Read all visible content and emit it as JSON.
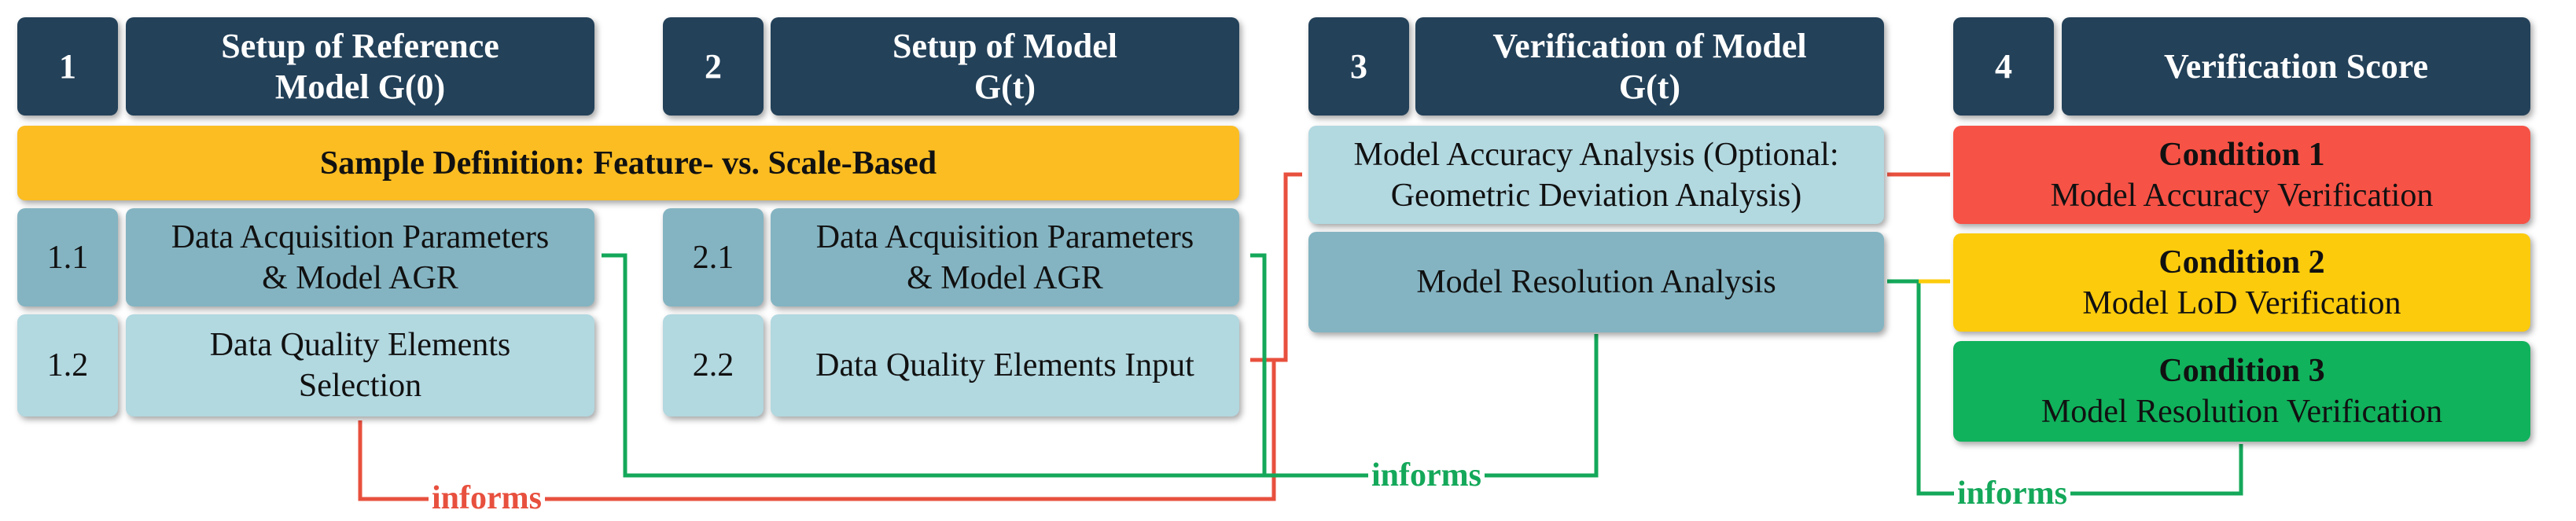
{
  "columns": [
    {
      "num": "1",
      "title": "Setup of Reference\nModel G(0)"
    },
    {
      "num": "2",
      "title": "Setup of Model\nG(t)"
    },
    {
      "num": "3",
      "title": "Verification of Model\nG(t)"
    },
    {
      "num": "4",
      "title": "Verification Score"
    }
  ],
  "sample_definition": "Sample Definition: Feature- vs. Scale-Based",
  "col1": {
    "r1_num": "1.1",
    "r1_text": "Data Acquisition Parameters\n& Model AGR",
    "r2_num": "1.2",
    "r2_text": "Data Quality Elements\nSelection"
  },
  "col2": {
    "r1_num": "2.1",
    "r1_text": "Data Acquisition Parameters\n& Model AGR",
    "r2_num": "2.2",
    "r2_text": "Data Quality Elements Input"
  },
  "col3": {
    "accuracy": "Model Accuracy Analysis (Optional:\nGeometric Deviation Analysis)",
    "resolution": "Model Resolution Analysis"
  },
  "conditions": [
    {
      "title": "Condition 1",
      "text": "Model Accuracy Verification",
      "color": "#f65246"
    },
    {
      "title": "Condition 2",
      "text": "Model LoD Verification",
      "color": "#fccb0c"
    },
    {
      "title": "Condition 3",
      "text": "Model Resolution Verification",
      "color": "#10b25c"
    }
  ],
  "links": {
    "informs_red": "informs",
    "informs_green_1": "informs",
    "informs_green_2": "informs",
    "red_color": "#e8503e",
    "green_color": "#14a85a"
  }
}
